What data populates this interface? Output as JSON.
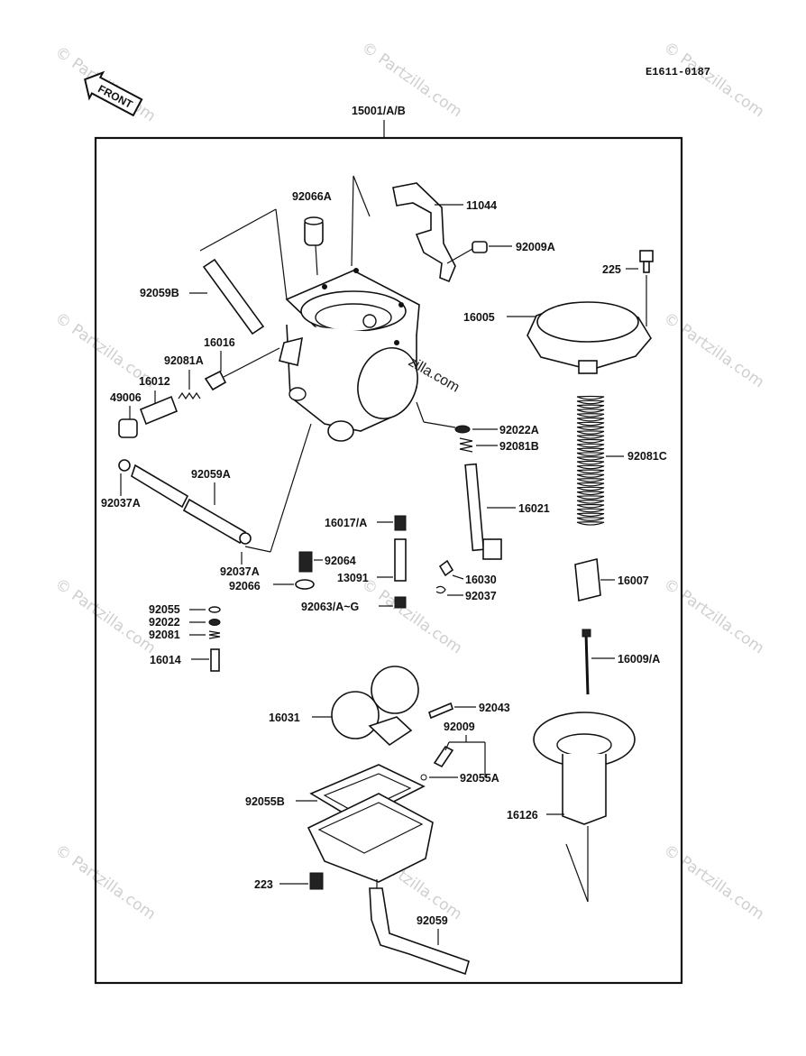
{
  "diagram_code": "E1611-0187",
  "front_badge": "FRONT",
  "assembly_label": "15001/A/B",
  "watermark": "© Partzilla.com",
  "overlay_text": "zilla.com",
  "labels": {
    "p92066A": "92066A",
    "p11044": "11044",
    "p92009A": "92009A",
    "p225": "225",
    "p16005": "16005",
    "p92059B": "92059B",
    "p16016": "16016",
    "p92081A": "92081A",
    "p16012": "16012",
    "p49006": "49006",
    "p92022A": "92022A",
    "p92081B": "92081B",
    "p92081C": "92081C",
    "p92037A_top": "92037A",
    "p92059A": "92059A",
    "p16021": "16021",
    "p16017A": "16017/A",
    "p92064": "92064",
    "p13091": "13091",
    "p16030": "16030",
    "p16007": "16007",
    "p92037A_bot": "92037A",
    "p92066": "92066",
    "p92037": "92037",
    "p92063AG": "92063/A~G",
    "p92055": "92055",
    "p92022": "92022",
    "p92081": "92081",
    "p16014": "16014",
    "p16009A": "16009/A",
    "p92043": "92043",
    "p16031": "16031",
    "p92009": "92009",
    "p92055A": "92055A",
    "p92055B": "92055B",
    "p16126": "16126",
    "p223": "223",
    "p92059": "92059"
  }
}
